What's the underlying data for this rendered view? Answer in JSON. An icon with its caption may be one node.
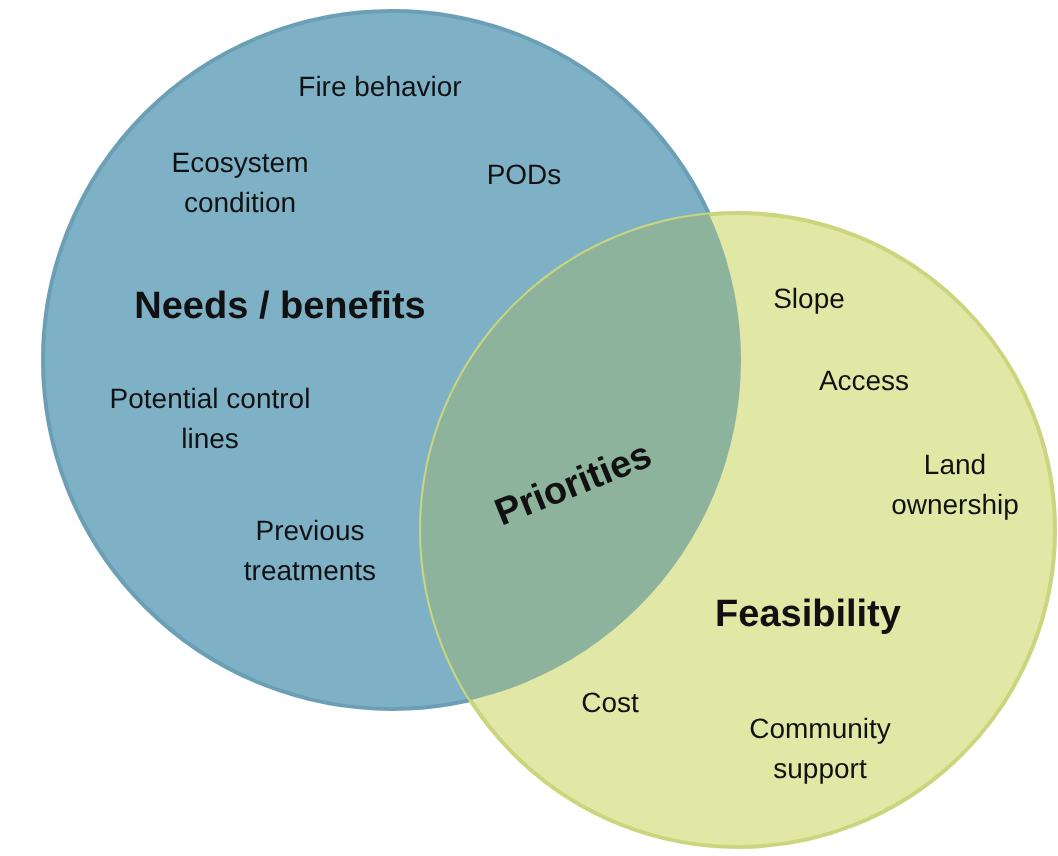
{
  "diagram": {
    "nodes": [
      {
        "text": [
          "Needs / benefits"
        ]
      },
      {
        "text": [
          "Feasibility"
        ]
      },
      {
        "text": [
          "Priorities"
        ]
      }
    ],
    "labels": [
      "Fire behavior",
      "Ecosystem condition",
      "PODs",
      "Potential control lines",
      "Slope",
      "Access",
      "Previous treatments",
      "Land ownership",
      "Cost",
      "Community support"
    ]
  }
}
